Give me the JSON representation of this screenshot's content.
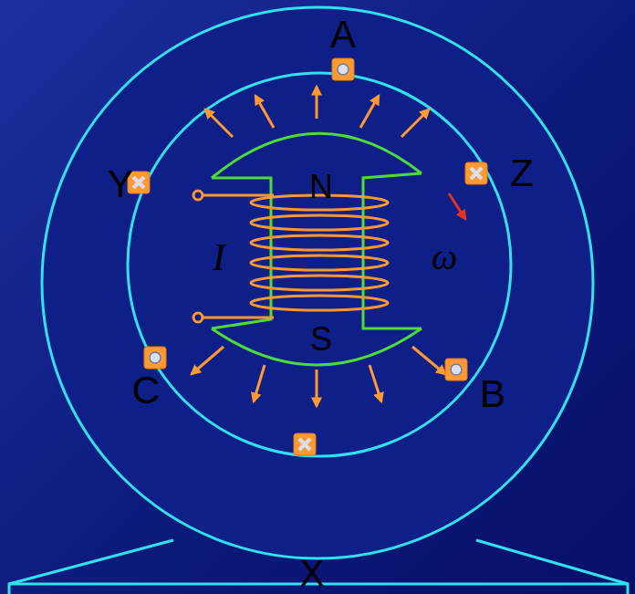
{
  "diagram": {
    "labels": [
      "A",
      "Y",
      "N",
      "Z",
      "I",
      "ω",
      "S",
      "C",
      "B",
      "X"
    ]
  }
}
